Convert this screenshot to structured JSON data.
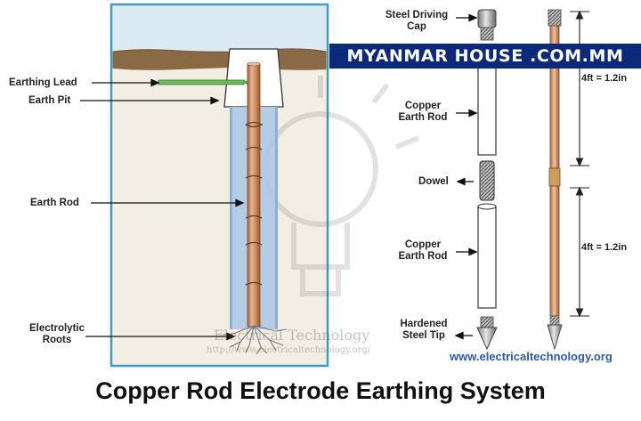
{
  "diagram": {
    "title": "Copper Rod Electrode Earthing System",
    "watermark_banner": "MYANMAR HOUSE .COM.MM",
    "website": "www.electricaltechnology.org",
    "left_watermark_brand": "Electrical Technology",
    "left_watermark_url": "http://www.electricaltechnology.org/",
    "left_labels": {
      "earthing_lead": "Earthing Lead",
      "earth_pit": "Earth Pit",
      "earth_rod": "Earth Rod",
      "electrolytic_roots_1": "Electrolytic",
      "electrolytic_roots_2": "Roots"
    },
    "right_labels": {
      "steel_driving_cap_1": "Steel Driving",
      "steel_driving_cap_2": "Cap",
      "copper_earth_rod_top_1": "Copper",
      "copper_earth_rod_top_2": "Earth Rod",
      "dowel": "Dowel",
      "copper_earth_rod_bottom_1": "Copper",
      "copper_earth_rod_bottom_2": "Earth Rod",
      "hardened_steel_tip_1": "Hardened",
      "hardened_steel_tip_2": "Steel Tip"
    },
    "dimensions": {
      "upper_length": "4ft = 1.2in",
      "lower_length": "4ft = 1.2in"
    },
    "colors": {
      "sky": "#dceaf4",
      "soil_top": "#8a6a44",
      "ground": "#f3eee4",
      "pit_border": "#3f9bc4",
      "copper": "#c98a5c",
      "watermark_bg": "#0d2a7a",
      "website": "#2e5aa8"
    }
  }
}
